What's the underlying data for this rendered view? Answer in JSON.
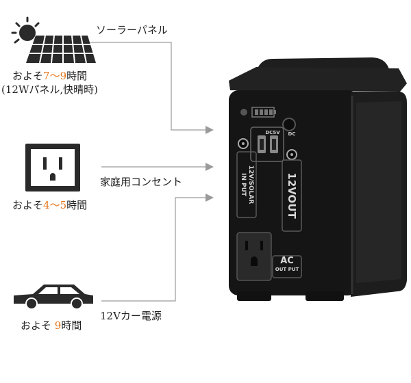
{
  "sources": [
    {
      "name": "ソーラーパネル",
      "time_prefix": "およそ",
      "time_first": "7",
      "time_sep": "〜",
      "time_second": "9",
      "time_suffix": "時間",
      "note": "(12Wパネル,快晴時)"
    },
    {
      "name": "家庭用コンセント",
      "time_prefix": "およそ",
      "time_first": "4",
      "time_sep": "〜",
      "time_second": "5",
      "time_suffix": "時間"
    },
    {
      "name": "12Vカー電源",
      "time_prefix": "およそ ",
      "time_value": "9",
      "time_suffix": "時間"
    }
  ],
  "device": {
    "dc_port_label": "DC5V",
    "dc_port_label_2": "DC",
    "input_label_line1": "12V/SOLAR",
    "input_label_line2": "IN PUT",
    "output_label": "12VOUT",
    "ac_label": "AC",
    "ac_label_sub": "OUT PUT"
  },
  "colors": {
    "accent": "#e8761a",
    "line": "#9a9a9a",
    "device_body": "#151515"
  }
}
